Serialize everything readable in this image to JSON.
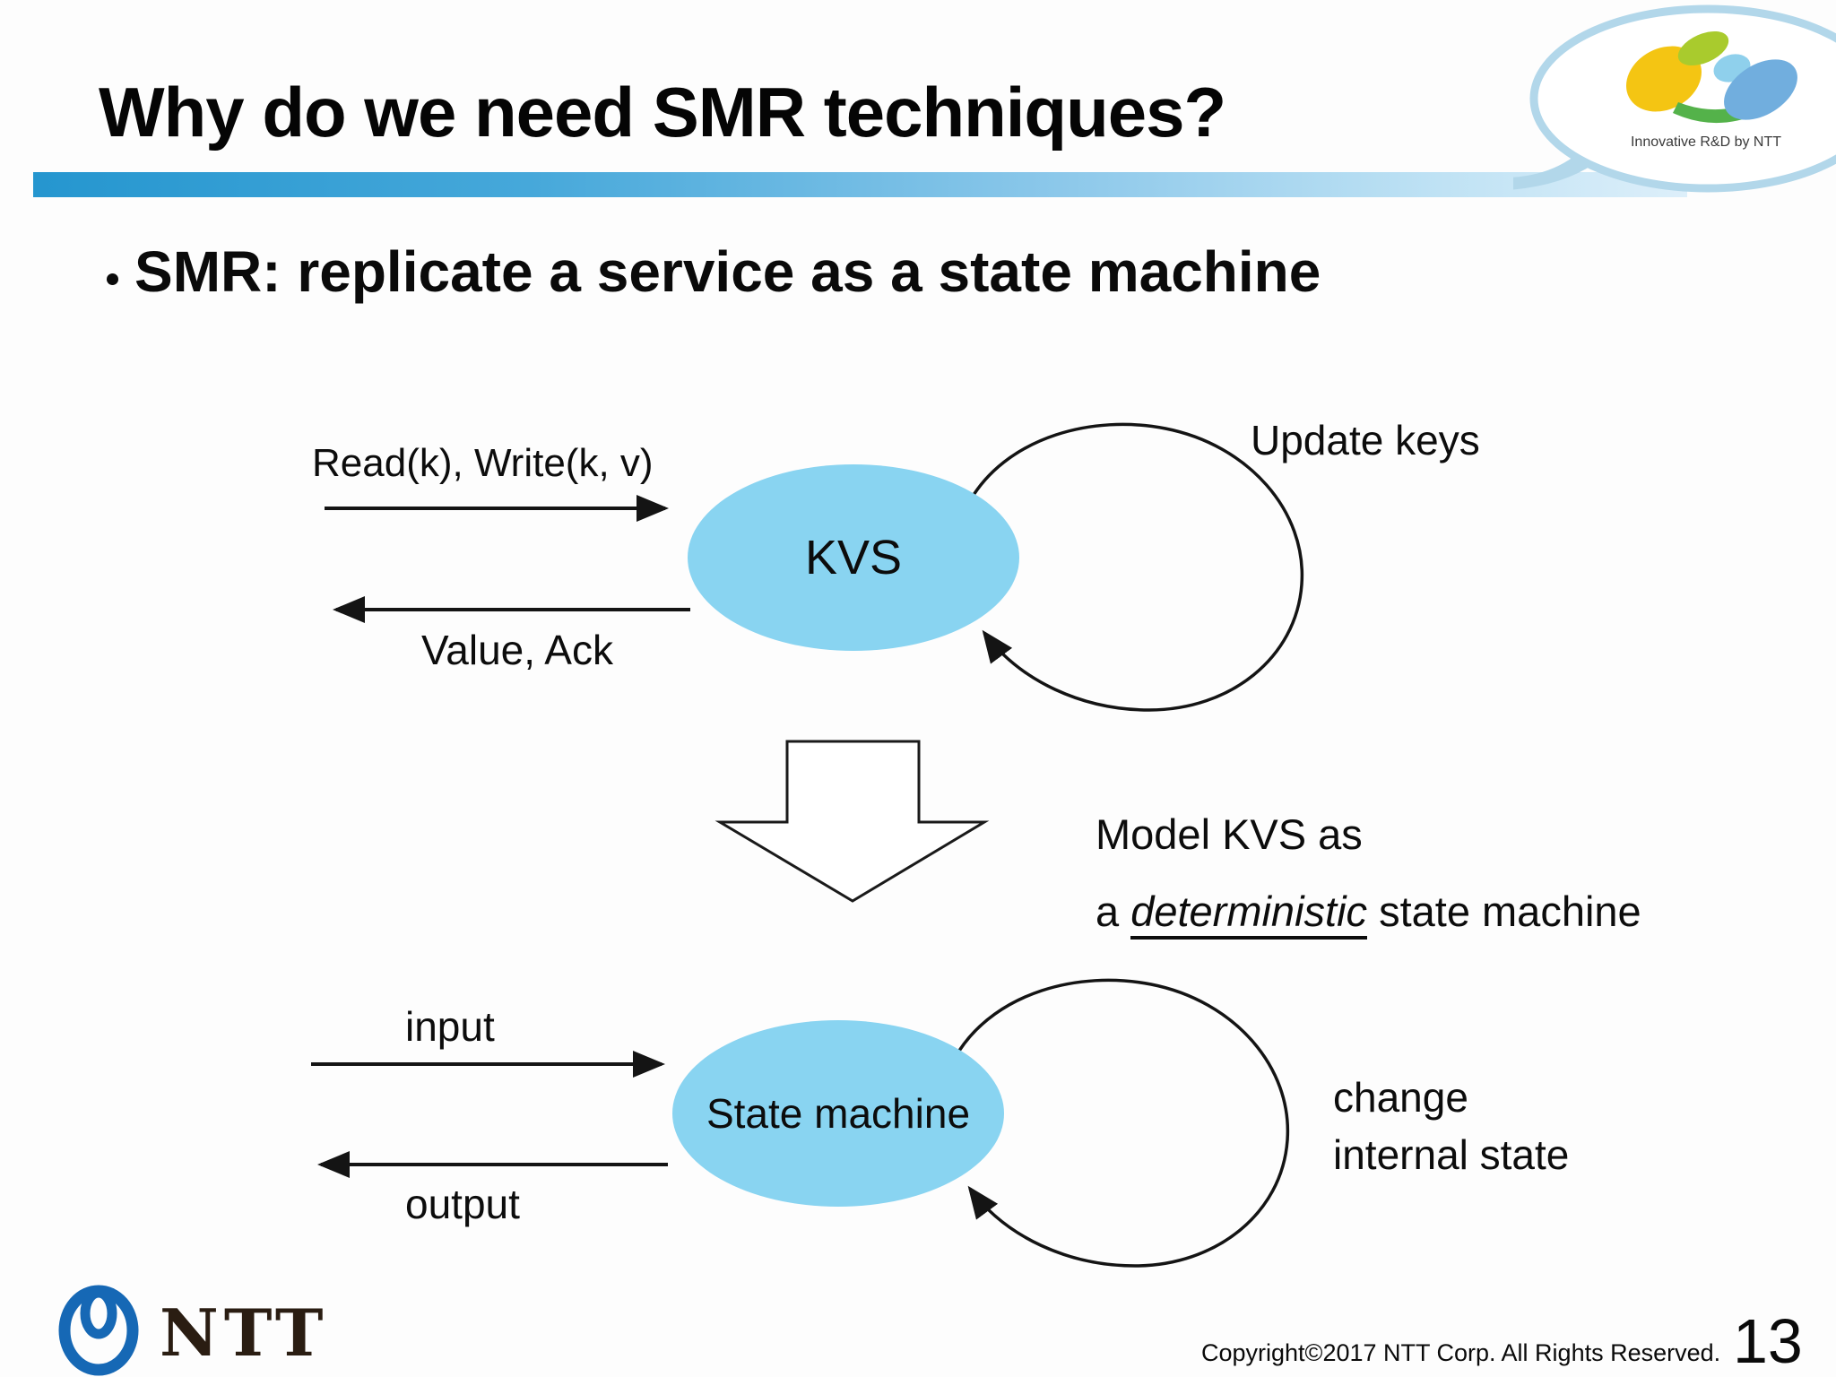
{
  "header": {
    "title": "Why do we need SMR techniques?",
    "logo_caption": "Innovative R&D by NTT"
  },
  "bullet": {
    "text": "SMR: replicate a service as a state machine"
  },
  "kvs_diagram": {
    "request_label": "Read(k), Write(k, v)",
    "response_label": "Value, Ack",
    "node_label": "KVS",
    "loop_label": "Update keys"
  },
  "model_note": {
    "line1": "Model KVS as",
    "line2_prefix": "a ",
    "line2_emphasis": "deterministic",
    "line2_suffix": " state machine"
  },
  "sm_diagram": {
    "request_label": "input",
    "response_label": "output",
    "node_label": "State machine",
    "loop_label_line1": "change",
    "loop_label_line2": "internal state"
  },
  "footer": {
    "logo_text": "NTT",
    "copyright": "Copyright©2017  NTT Corp. All Rights Reserved.",
    "page_number": "13"
  },
  "colors": {
    "node_fill": "#89d4f1",
    "title_bar_start": "#2596cf",
    "title_bar_end": "#ddeffa",
    "logo_ellipse_stroke": "#b2d7ea",
    "ntt_blue": "#1668b5",
    "stroke_black": "#141414"
  }
}
